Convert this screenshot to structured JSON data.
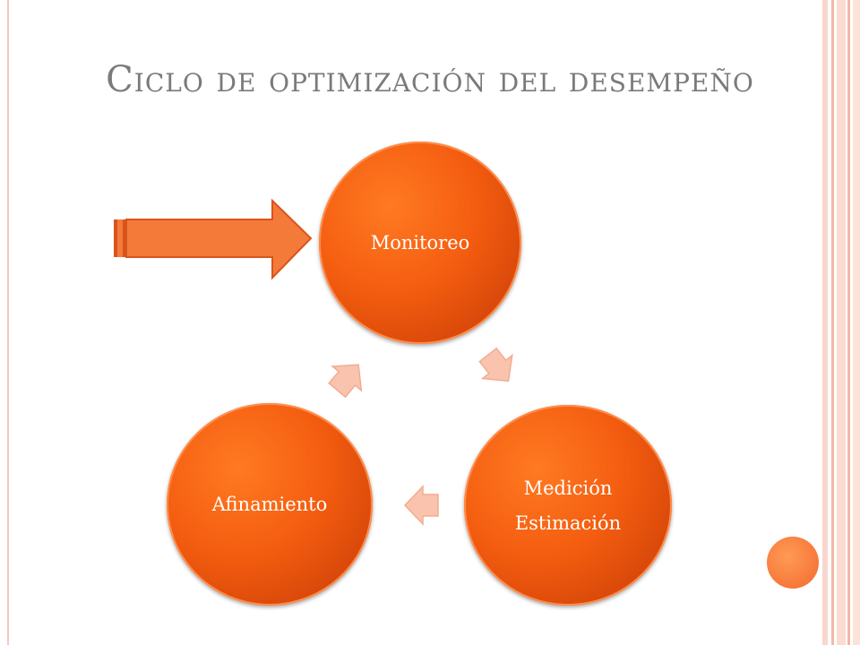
{
  "slide": {
    "title": "Ciclo de optimización del desempeño"
  },
  "diagram": {
    "type": "cycle",
    "nodes": [
      {
        "id": "monitoreo",
        "lines": [
          "Monitoreo"
        ]
      },
      {
        "id": "medicion",
        "lines": [
          "Medición",
          "Estimación"
        ]
      },
      {
        "id": "afinamiento",
        "lines": [
          "Afinamiento"
        ]
      }
    ],
    "flow": [
      "monitoreo",
      "medicion",
      "afinamiento",
      "monitoreo"
    ],
    "entry_arrow_target": "monitoreo",
    "colors": {
      "node_fill": "#f45d10",
      "cycle_arrow": "#f9c3ae",
      "entry_arrow": "#f47a3a",
      "title": "#7a7a7a",
      "accent_dot": "#f7783a"
    }
  }
}
